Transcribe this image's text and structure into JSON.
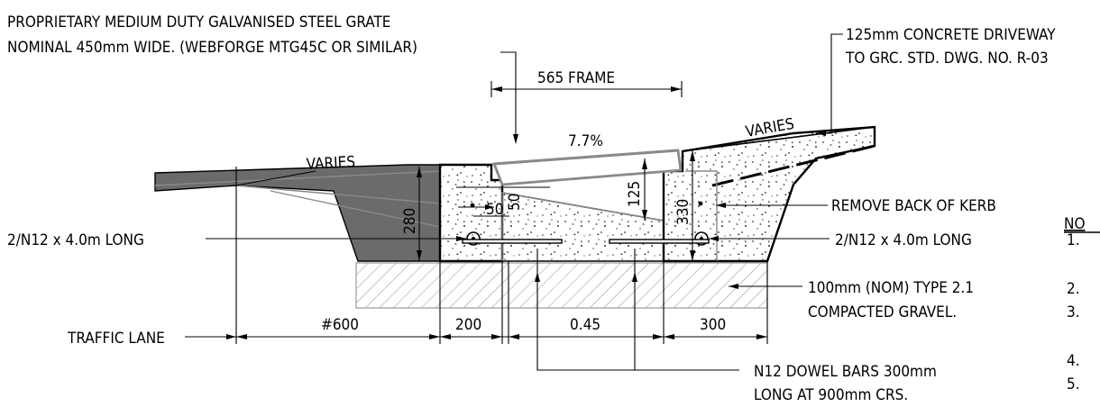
{
  "labels": {
    "grate_line1": "PROPRIETARY MEDIUM DUTY GALVANISED STEEL GRATE",
    "grate_line2": "NOMINAL 450mm WIDE. (WEBFORGE MTG45C OR SIMILAR)",
    "driveway_line1": "125mm CONCRETE DRIVEWAY",
    "driveway_line2": "TO GRC. STD. DWG. NO. R-03",
    "frame": "565 FRAME",
    "slope": "7.7%",
    "varies_left": "VARIES",
    "varies_right": "VARIES",
    "remove_kerb": "REMOVE BACK OF KERB",
    "bars_left": "2/N12 x 4.0m LONG",
    "bars_right": "2/N12 x 4.0m LONG",
    "gravel_line1": "100mm (NOM) TYPE 2.1",
    "gravel_line2": "COMPACTED GRAVEL.",
    "traffic_lane": "TRAFFIC LANE",
    "dowel_line1": "N12 DOWEL BARS 300mm",
    "dowel_line2": "LONG AT 900mm CRS.",
    "notes_heading": "NO",
    "notes_numbers": [
      "1.",
      "2.",
      "3.",
      "4.",
      "5."
    ]
  },
  "dimensions": {
    "d280": "280",
    "d50a": "50",
    "d50b": "50",
    "d125": "125",
    "d330": "330",
    "d600": "#600",
    "d200": "200",
    "d045": "0.45",
    "d300": "300"
  },
  "colors": {
    "asphalt": "#6b6b6b",
    "concrete_fill": "#ffffff",
    "grate": "#8a8a8a",
    "gravel_hatch": "#9a9a9a",
    "linework": "#000000"
  }
}
